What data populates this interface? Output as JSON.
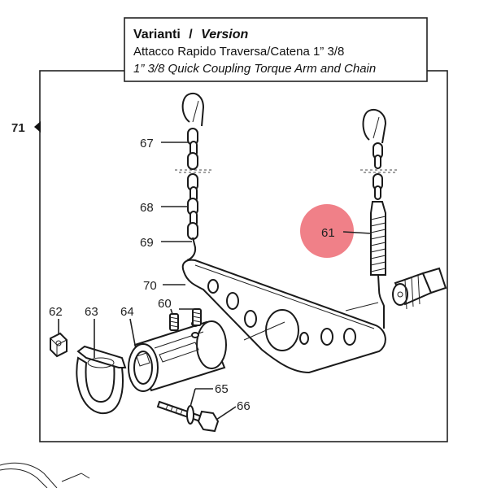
{
  "title_box": {
    "line1_bold": "Varianti",
    "line1_sep": "/",
    "line1_italic": "Version",
    "line2": "Attacco Rapido Traversa/Catena 1” 3/8",
    "line3": "1” 3/8 Quick Coupling Torque Arm and Chain"
  },
  "page_ref": "71",
  "callouts": {
    "c60": "60",
    "c61": "61",
    "c62": "62",
    "c63": "63",
    "c64": "64",
    "c65": "65",
    "c66": "66",
    "c67": "67",
    "c68": "68",
    "c69": "69",
    "c70": "70"
  },
  "colors": {
    "highlight": "#f08088",
    "ink": "#1a1a1a",
    "frame": "#222222"
  },
  "icons": [
    "page-arrow-icon"
  ]
}
